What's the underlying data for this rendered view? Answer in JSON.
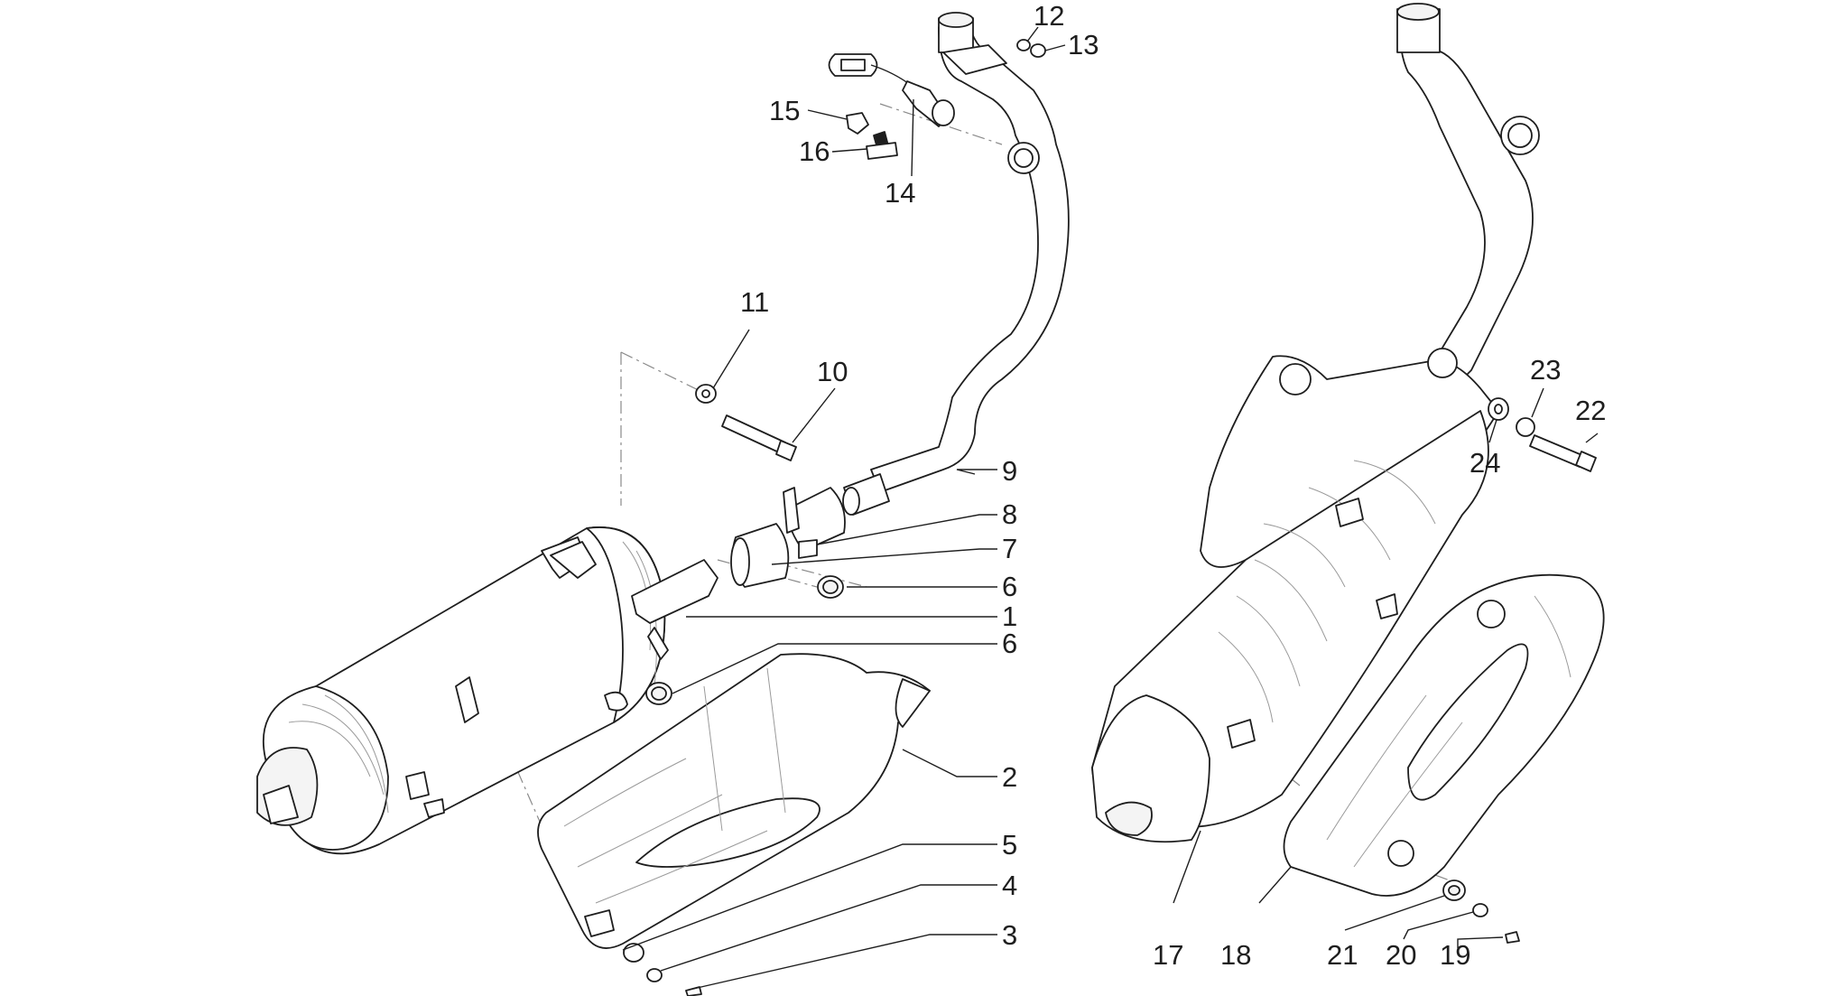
{
  "callouts": {
    "c1": "1",
    "c2": "2",
    "c3": "3",
    "c4": "4",
    "c5": "5",
    "c6a": "6",
    "c6b": "6",
    "c7": "7",
    "c8": "8",
    "c9": "9",
    "c10": "10",
    "c11": "11",
    "c12": "12",
    "c13": "13",
    "c14": "14",
    "c15": "15",
    "c16": "16",
    "c17": "17",
    "c18": "18",
    "c19": "19",
    "c20": "20",
    "c21": "21",
    "c22": "22",
    "c23": "23",
    "c24": "24"
  },
  "colors": {
    "line": "#1e1e1e",
    "detail": "#9a9a9a",
    "background": "#ffffff"
  }
}
